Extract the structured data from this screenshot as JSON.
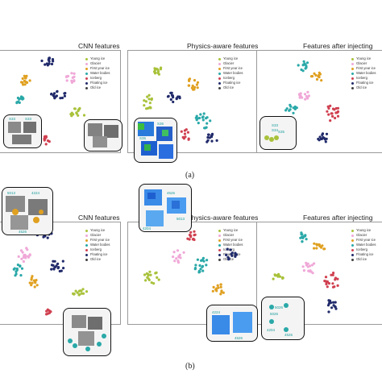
{
  "figure": {
    "caption_a": "(a)",
    "caption_b": "(b)",
    "row_a": {
      "panels": [
        {
          "title": "CNN features"
        },
        {
          "title": "Physics-aware features"
        },
        {
          "title": "Features after injecting"
        }
      ]
    },
    "row_b": {
      "panels": [
        {
          "title": "CNN features"
        },
        {
          "title": "Physics-aware features"
        },
        {
          "title": "Features after injecting"
        }
      ]
    },
    "legend": [
      {
        "label": "Young ice",
        "color": "#a8c23a"
      },
      {
        "label": "Glacier",
        "color": "#f0a8d8"
      },
      {
        "label": "First year ice",
        "color": "#e0a020"
      },
      {
        "label": "Water bodies",
        "color": "#2aa8a8"
      },
      {
        "label": "Iceberg",
        "color": "#d04050"
      },
      {
        "label": "Floating ice",
        "color": "#202a6a"
      },
      {
        "label": "Old ice",
        "color": "#404040"
      }
    ],
    "insets": {
      "a1": [
        "S33",
        "S33"
      ],
      "a2": [
        "S35",
        "S36"
      ],
      "a3": [
        "S33",
        "S34",
        "S35"
      ],
      "b1": [
        "5013",
        "4224",
        "4526"
      ],
      "b2": [
        "4526",
        "5013",
        "4204"
      ],
      "b3": [
        "4224",
        "4526"
      ],
      "b4": [
        "5026",
        "5026",
        "4204",
        "4526"
      ]
    }
  }
}
